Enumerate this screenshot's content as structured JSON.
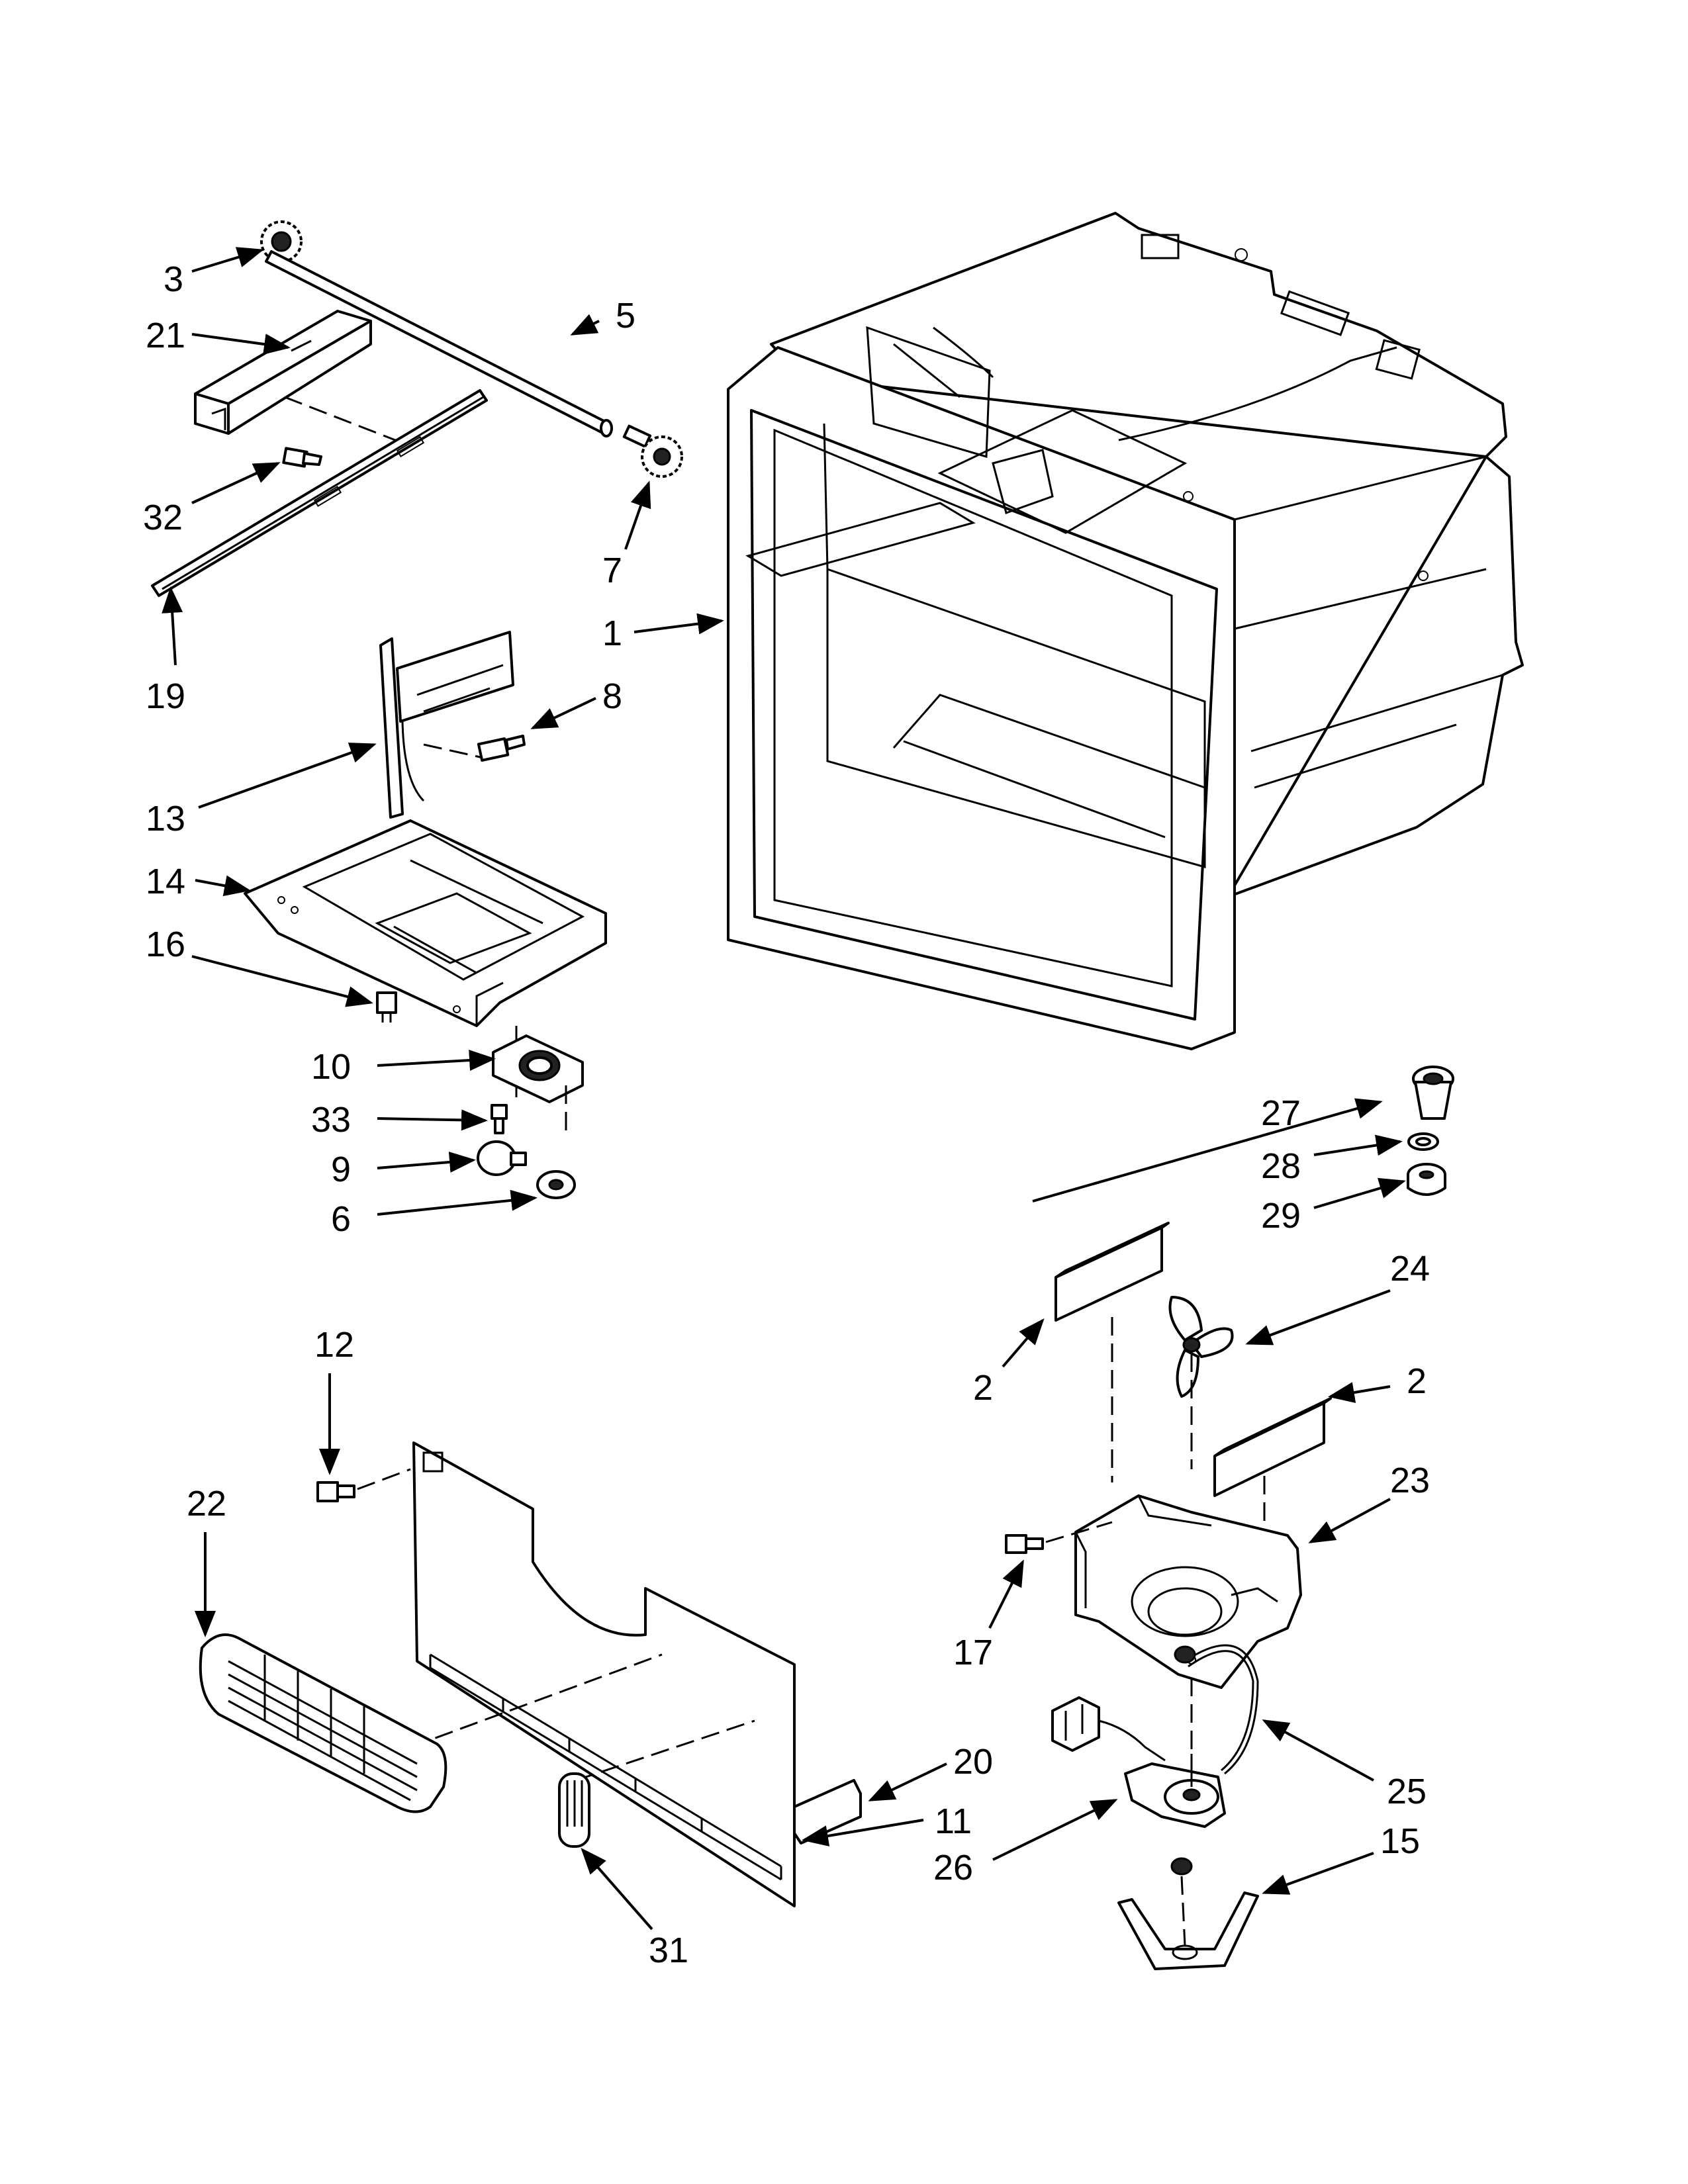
{
  "callouts": {
    "c1": "1",
    "c2a": "2",
    "c2b": "2",
    "c3": "3",
    "c5": "5",
    "c6": "6",
    "c7": "7",
    "c8": "8",
    "c9": "9",
    "c10": "10",
    "c11": "11",
    "c12": "12",
    "c13": "13",
    "c14": "14",
    "c15": "15",
    "c16": "16",
    "c17": "17",
    "c19": "19",
    "c20": "20",
    "c21": "21",
    "c22": "22",
    "c23": "23",
    "c24": "24",
    "c25": "25",
    "c26": "26",
    "c27": "27",
    "c28": "28",
    "c29": "29",
    "c31": "31",
    "c32": "32",
    "c33": "33"
  }
}
